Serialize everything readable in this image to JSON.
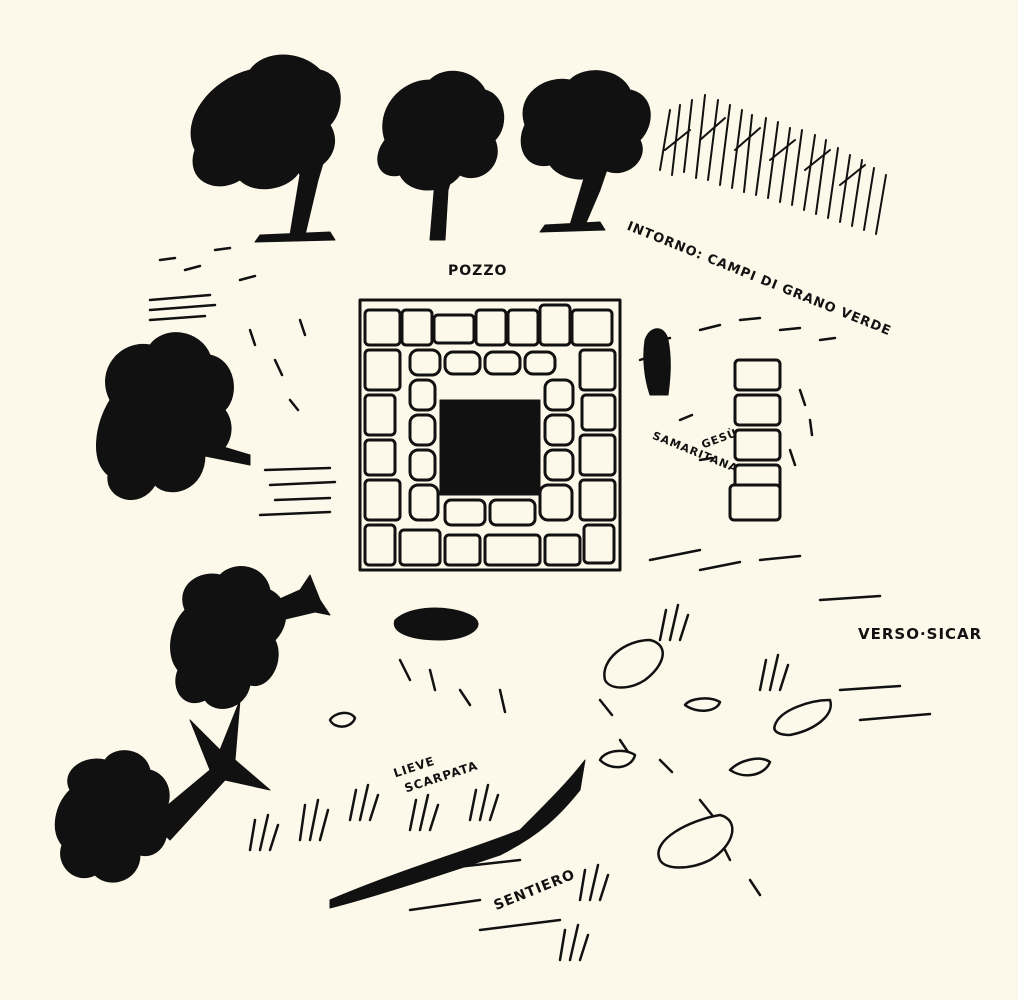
{
  "labels": {
    "pozzo": "POZZO",
    "intorno": "INTORNO: CAMPI DI GRANO VERDE",
    "gesu": "GESÙ",
    "samaritana": "SAMARITANA",
    "verso_sicar": "VERSO·SICAR",
    "lieve": "LIEVE",
    "scarpata": "SCARPATA",
    "sentiero": "SENTIERO"
  },
  "colors": {
    "paper": "#fdf9ea",
    "ink": "#111111"
  }
}
